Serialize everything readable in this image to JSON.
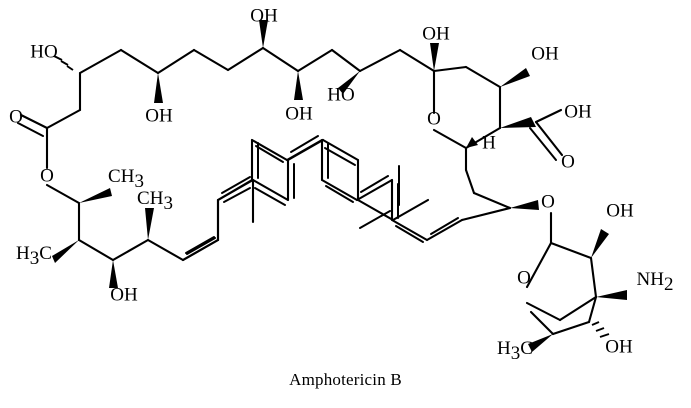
{
  "figure": {
    "caption": "Amphotericin B",
    "compound_name": "Amphotericin B",
    "background_color": "#ffffff",
    "line_color": "#000000",
    "diagram_type": "chemical-structure-skeletal-formula"
  },
  "labels": {
    "ho_left": "HO",
    "oh_top_1": "OH",
    "oh_mid_1": "OH",
    "oh_mid_2": "OH",
    "ho_mid": "HO",
    "oh_ring_top": "OH",
    "oh_ring_right": "OH",
    "oh_acid": "OH",
    "o_acid_double": "O",
    "h_ring": "H",
    "o_ring": "O",
    "o_ketone": "O",
    "o_ester": "O",
    "ch3_upper": "CH",
    "ch3_upper_sub": "3",
    "ch3_lower": "CH",
    "ch3_lower_sub": "3",
    "h3c_left": "H",
    "h3c_left_sub": "3",
    "h3c_left_tail": "C",
    "oh_bottom_left": "OH",
    "o_glycoside": "O",
    "sugar_o_ring": "O",
    "sugar_oh_top": "OH",
    "sugar_nh2": "NH",
    "sugar_nh2_sub": "2",
    "sugar_oh_bottom": "OH",
    "sugar_h3c": "H",
    "sugar_h3c_sub": "3",
    "sugar_h3c_tail": "C"
  },
  "chart_data": {
    "type": "diagram",
    "title": "Amphotericin B",
    "subtitle": "",
    "description": "Skeletal structural formula of the polyene macrolide antifungal Amphotericin B, showing the 38-membered macrolactone ring bearing a polyol region, a conjugated heptaene chain, a carboxylic acid, an internal hemiketal pyranose ring, and a glycosidically linked mycosamine (3-amino-3,6-dideoxymannose) sugar.",
    "functional_groups": [
      {
        "name": "hydroxyl",
        "label": "HO",
        "count": 1,
        "region": "polyol-chain-left",
        "stereo": "hashed"
      },
      {
        "name": "hydroxyl",
        "label": "OH",
        "count": 1,
        "region": "polyol-chain-top",
        "stereo": "wedge"
      },
      {
        "name": "hydroxyl",
        "label": "OH",
        "count": 1,
        "region": "polyol-chain-mid",
        "stereo": "wedge"
      },
      {
        "name": "hydroxyl",
        "label": "OH",
        "count": 1,
        "region": "polyol-chain-mid2",
        "stereo": "wedge"
      },
      {
        "name": "hydroxyl",
        "label": "HO",
        "count": 1,
        "region": "polyol-chain-right",
        "stereo": "wedge"
      },
      {
        "name": "hydroxyl",
        "label": "OH",
        "count": 1,
        "region": "pyranose-C-top",
        "stereo": "wedge"
      },
      {
        "name": "hydroxyl",
        "label": "OH",
        "count": 1,
        "region": "pyranose-C-right",
        "stereo": "wedge"
      },
      {
        "name": "carboxylic-acid",
        "label": "OH",
        "count": 1,
        "region": "pyranose-side-chain",
        "stereo": "wedge"
      },
      {
        "name": "carbonyl-oxygen",
        "label": "O",
        "count": 1,
        "region": "carboxylic-acid"
      },
      {
        "name": "ring-hydrogen",
        "label": "H",
        "count": 1,
        "region": "pyranose-anomeric"
      },
      {
        "name": "ring-oxygen",
        "label": "O",
        "count": 1,
        "region": "pyranose-ring"
      },
      {
        "name": "lactone-carbonyl",
        "label": "O",
        "count": 1,
        "region": "macrolactone"
      },
      {
        "name": "lactone-ester-oxygen",
        "label": "O",
        "count": 1,
        "region": "macrolactone"
      },
      {
        "name": "methyl",
        "label": "CH3",
        "count": 1,
        "region": "lactone-C-upper",
        "stereo": "wedge"
      },
      {
        "name": "methyl",
        "label": "CH3",
        "count": 1,
        "region": "chain-C-lower",
        "stereo": "wedge"
      },
      {
        "name": "methyl",
        "label": "H3C",
        "count": 1,
        "region": "lactone-C-left",
        "stereo": "wedge"
      },
      {
        "name": "hydroxyl",
        "label": "OH",
        "count": 1,
        "region": "lactone-C-bottom",
        "stereo": "wedge"
      },
      {
        "name": "glycosidic-oxygen",
        "label": "O",
        "count": 1,
        "region": "sugar-linkage",
        "stereo": "wedge"
      },
      {
        "name": "sugar-ring-oxygen",
        "label": "O",
        "count": 1,
        "region": "mycosamine-ring"
      },
      {
        "name": "hydroxyl",
        "label": "OH",
        "count": 1,
        "region": "mycosamine-C2",
        "stereo": "wedge"
      },
      {
        "name": "amine",
        "label": "NH2",
        "count": 1,
        "region": "mycosamine-C3",
        "stereo": "wedge"
      },
      {
        "name": "hydroxyl",
        "label": "OH",
        "count": 1,
        "region": "mycosamine-C4",
        "stereo": "hashed"
      },
      {
        "name": "methyl",
        "label": "H3C",
        "count": 1,
        "region": "mycosamine-C5",
        "stereo": "wedge"
      }
    ],
    "polyene": {
      "description": "conjugated heptaene chain",
      "double_bond_count": 7
    }
  }
}
